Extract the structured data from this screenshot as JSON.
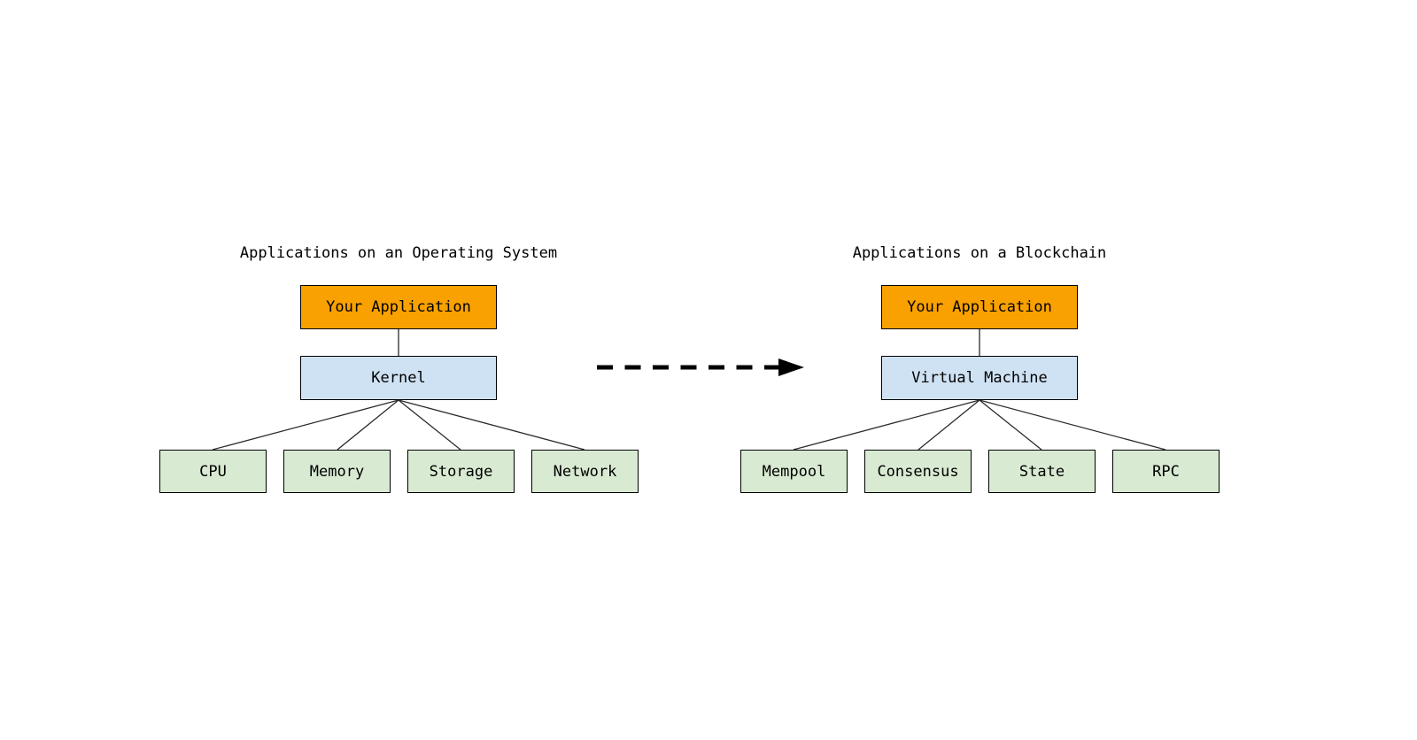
{
  "left_diagram": {
    "title": "Applications on an Operating System",
    "app_node": "Your Application",
    "core_node": "Kernel",
    "components": [
      "CPU",
      "Memory",
      "Storage",
      "Network"
    ]
  },
  "right_diagram": {
    "title": "Applications on a Blockchain",
    "app_node": "Your Application",
    "core_node": "Virtual Machine",
    "components": [
      "Mempool",
      "Consensus",
      "State",
      "RPC"
    ]
  },
  "icons": {
    "transform_arrow": "dashed-arrow-right-icon"
  },
  "colors": {
    "background": "#FFFFFF",
    "app_fill": "#F9A100",
    "core_fill": "#CFE2F3",
    "component_fill": "#D9EAD3",
    "node_border": "#000000",
    "edge_line": "#2B2B2B",
    "arrow": "#000000",
    "text": "#000000"
  }
}
